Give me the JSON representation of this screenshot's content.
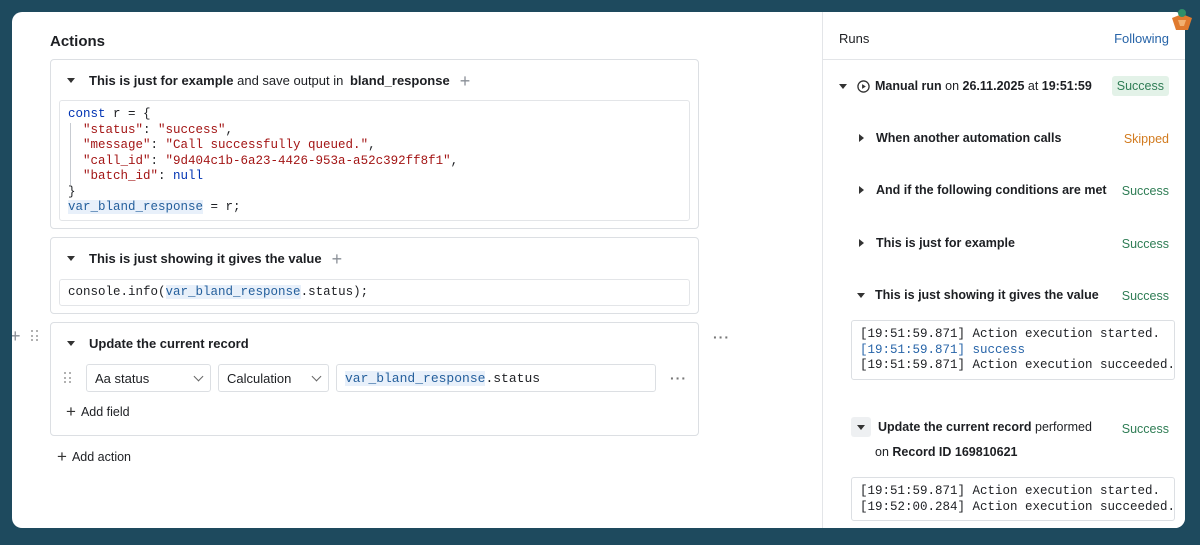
{
  "actions": {
    "title": "Actions",
    "card1": {
      "head_bold": "This is just for example",
      "head_mid": " and save output in ",
      "head_var": "bland_response",
      "code": {
        "kw_const": "const",
        "decl_rest": " r = {",
        "lines": [
          {
            "key": "\"status\"",
            "sep": ": ",
            "val": "\"success\"",
            "end": ","
          },
          {
            "key": "\"message\"",
            "sep": ": ",
            "val": "\"Call successfully queued.\"",
            "end": ","
          },
          {
            "key": "\"call_id\"",
            "sep": ": ",
            "val": "\"9d404c1b-6a23-4426-953a-a52c392ff8f1\"",
            "end": ","
          },
          {
            "key": "\"batch_id\"",
            "sep": ": ",
            "val": "null",
            "end": ""
          }
        ],
        "close": "}",
        "assign_var": "var_bland_response",
        "assign_rest": " = r;"
      }
    },
    "card2": {
      "head_bold": "This is just showing it gives the value",
      "code_prefix": "console.info(",
      "code_var": "var_bland_response",
      "code_suffix": ".status);"
    },
    "card3": {
      "head_bold": "Update the current record",
      "field_name": "Aa status",
      "field_type": "Calculation",
      "value_var": "var_bland_response",
      "value_suffix": ".status",
      "add_field": "Add field"
    },
    "add_action": "Add action"
  },
  "runs": {
    "title": "Runs",
    "following": "Following",
    "manual_run": {
      "label": "Manual run",
      "on": " on ",
      "date": "26.11.2025",
      "at": " at ",
      "time": "19:51:59",
      "status": "Success"
    },
    "steps": [
      {
        "label": "When another automation calls",
        "status": "Skipped"
      },
      {
        "label": "And if the following conditions are met",
        "status": "Success"
      },
      {
        "label": "This is just for example",
        "status": "Success"
      },
      {
        "label": "This is just showing it gives the value",
        "status": "Success"
      }
    ],
    "log1": [
      "[19:51:59.871] Action execution started.",
      "[19:51:59.871] success",
      "[19:51:59.871] Action execution succeeded."
    ],
    "update_step": {
      "bold": "Update the current record",
      "rest": " performed",
      "on": "on ",
      "record": "Record ID 169810621",
      "status": "Success"
    },
    "log2": [
      "[19:51:59.871] Action execution started.",
      "[19:52:00.284] Action execution succeeded."
    ]
  }
}
